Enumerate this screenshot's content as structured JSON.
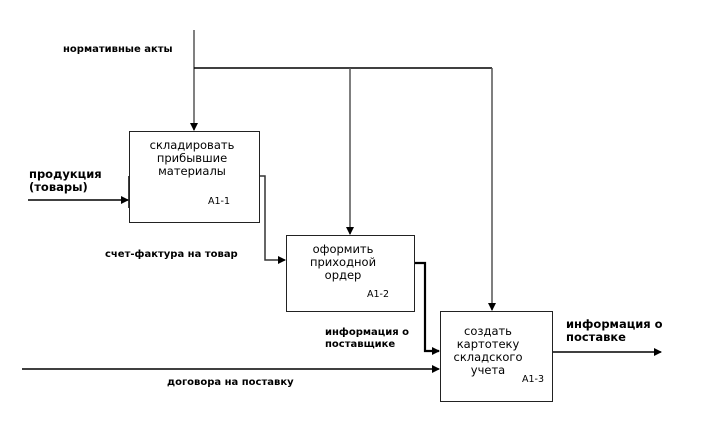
{
  "diagram": {
    "type": "IDEF0",
    "activities": [
      {
        "id": "A1-1",
        "title": "складировать\nприбывшие\nматериалы",
        "code": "A1-1"
      },
      {
        "id": "A1-2",
        "title": "оформить\nприходной\nордер",
        "code": "A1-2"
      },
      {
        "id": "A1-3",
        "title": "создать\nкартотеку\nскладского\nучета",
        "code": "A1-3"
      }
    ],
    "arrows": {
      "control": "нормативные акты",
      "input_products": "продукция\n(товары)",
      "invoice": "счет-фактура на товар",
      "supplier_info": "информация о\nпоставщике",
      "contracts": "договора на поставку",
      "output_delivery_info": "информация о\nпоставке"
    }
  }
}
